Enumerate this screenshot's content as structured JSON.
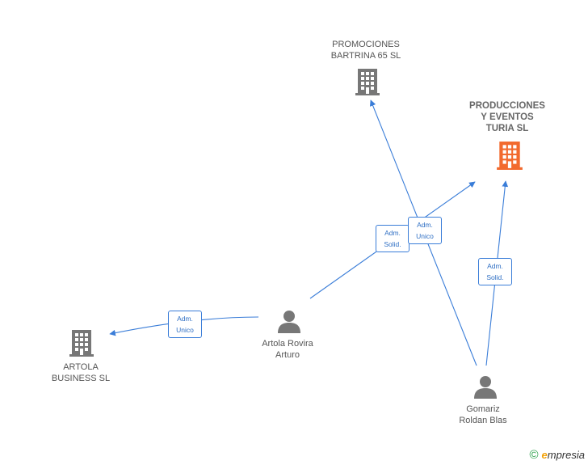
{
  "nodes": {
    "promociones": {
      "label": "PROMOCIONES\nBARTRINA 65 SL",
      "type": "company",
      "color": "#777777"
    },
    "producciones": {
      "label": "PRODUCCIONES\nY EVENTOS\nTURIA  SL",
      "type": "company",
      "color": "#f26a2e"
    },
    "artola_business": {
      "label": "ARTOLA\nBUSINESS  SL",
      "type": "company",
      "color": "#777777"
    },
    "artola_rovira": {
      "label": "Artola Rovira\nArturo",
      "type": "person",
      "color": "#777777"
    },
    "gomariz": {
      "label": "Gomariz\nRoldan Blas",
      "type": "person",
      "color": "#777777"
    }
  },
  "edges": [
    {
      "from": "artola_rovira",
      "to": "artola_business",
      "label": "Adm.\nUnico"
    },
    {
      "from": "artola_rovira",
      "to": "producciones",
      "label": "Adm.\nSolid."
    },
    {
      "from": "gomariz",
      "to": "promociones",
      "label": "Adm.\nUnico"
    },
    {
      "from": "gomariz",
      "to": "producciones",
      "label": "Adm.\nSolid."
    }
  ],
  "colors": {
    "edge": "#3a7dd8",
    "company_icon": "#777777",
    "highlight_icon": "#f26a2e"
  },
  "footer": {
    "copyright_symbol": "©",
    "brand_initial": "e",
    "brand_rest": "mpresia"
  }
}
